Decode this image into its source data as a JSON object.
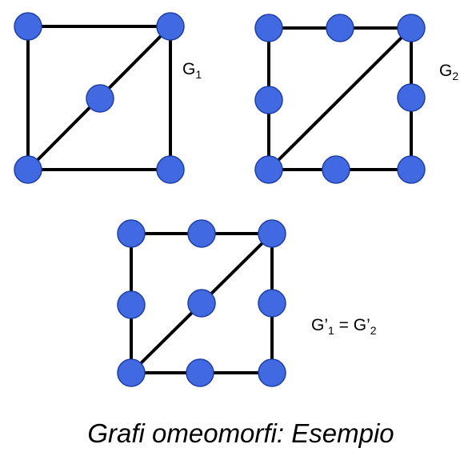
{
  "colors": {
    "node_fill": "#4169e1",
    "node_stroke": "#1f3fa8",
    "edge": "#000000"
  },
  "graphs": [
    {
      "label_main": "G",
      "label_sub": "1",
      "node_count": 5,
      "edge_description": "square with diagonal through a middle node"
    },
    {
      "label_main": "G",
      "label_sub": "2",
      "node_count": 8,
      "edge_description": "square with subdivided sides and a diagonal"
    },
    {
      "label_main": "G’",
      "label_sub": "1",
      "label_mid": " = G’",
      "label_sub2": "2",
      "node_count": 9,
      "edge_description": "square with subdivided sides and a subdivided diagonal"
    }
  ],
  "caption": "Grafi omeomorfi: Esempio"
}
